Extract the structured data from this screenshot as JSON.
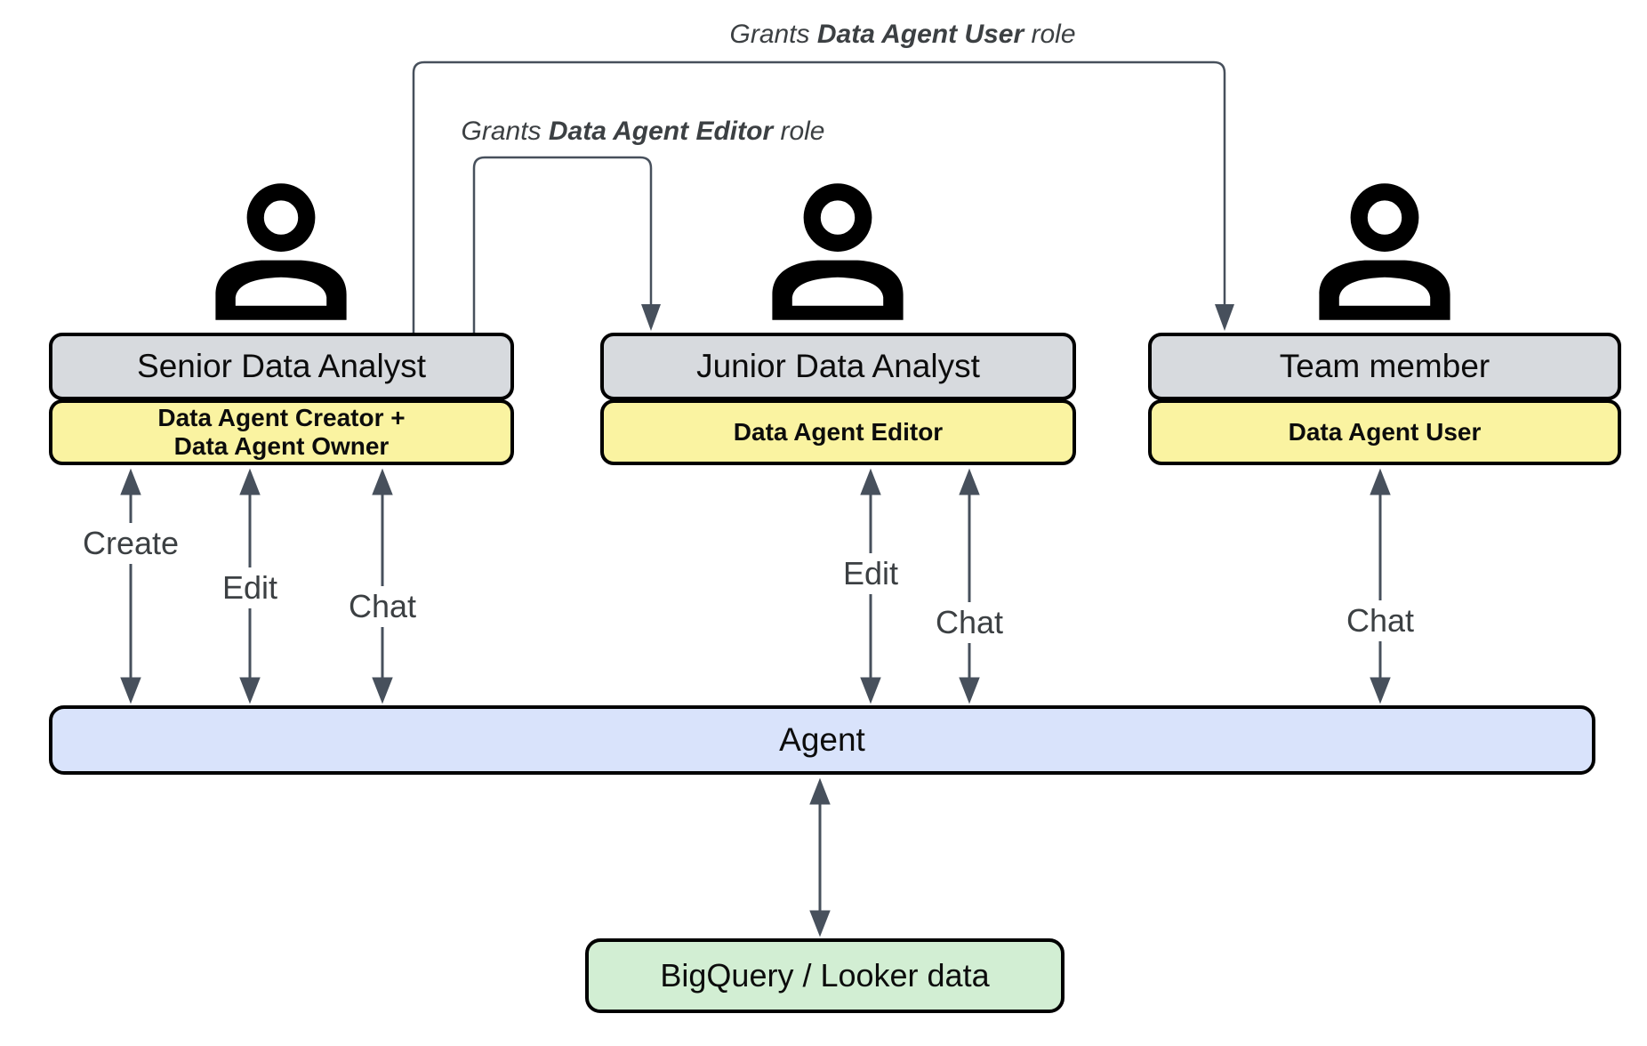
{
  "annotations": {
    "grant_user": {
      "prefix": "Grants ",
      "bold": "Data Agent User",
      "suffix": " role"
    },
    "grant_editor": {
      "prefix": "Grants ",
      "bold": "Data Agent Editor",
      "suffix": " role"
    }
  },
  "actors": [
    {
      "title": "Senior Data Analyst",
      "role_line1": "Data Agent Creator +",
      "role_line2": "Data Agent Owner",
      "actions": [
        "Create",
        "Edit",
        "Chat"
      ]
    },
    {
      "title": "Junior Data Analyst",
      "role_line1": "Data Agent Editor",
      "role_line2": "",
      "actions": [
        "Edit",
        "Chat"
      ]
    },
    {
      "title": "Team member",
      "role_line1": "Data Agent User",
      "role_line2": "",
      "actions": [
        "Chat"
      ]
    }
  ],
  "agent": {
    "label": "Agent"
  },
  "datastore": {
    "label": "BigQuery / Looker data"
  },
  "colors": {
    "actor_header_bg": "#d7dade",
    "role_bg": "#faf3a1",
    "agent_bg": "#d9e3fb",
    "datastore_bg": "#d2eed3",
    "connector": "#47505c",
    "border": "#000000",
    "annotation_text": "#3c4043",
    "icon": "#000000"
  }
}
